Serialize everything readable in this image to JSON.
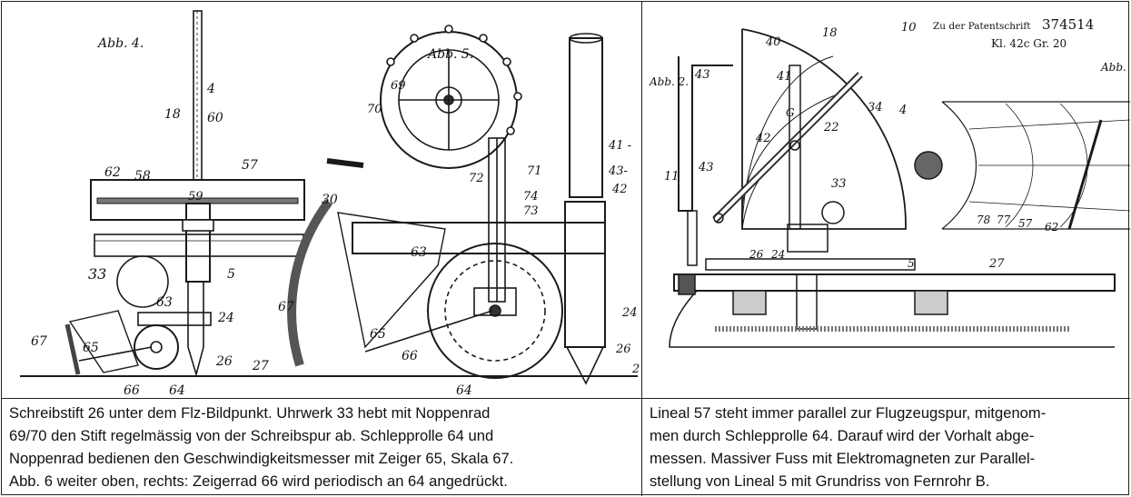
{
  "left_figure": {
    "labels": {
      "abb4": "Abb. 4.",
      "abb5": "Abb. 5.",
      "n4": "4",
      "n18": "18",
      "n60": "60",
      "n62": "62",
      "n58": "58",
      "n57": "57",
      "n59": "59",
      "n5": "5",
      "n33": "33",
      "n24": "24",
      "n63a": "63",
      "n67a": "67",
      "n65a": "65",
      "n66a": "66",
      "n64a": "64",
      "n26a": "26",
      "n27": "27",
      "n69": "69",
      "n70": "70",
      "n72": "72",
      "n71": "71",
      "n74": "74",
      "n73": "73",
      "n30": "30",
      "n63b": "63",
      "n67b": "67",
      "n65b": "65",
      "n66b": "66",
      "n64b": "64",
      "n41": "41 -",
      "n43": "43-",
      "n42": "42",
      "n24b": "24",
      "n26b": "26",
      "n2": "2"
    }
  },
  "right_figure": {
    "header_prefix": "Zu der Patentschrift",
    "patent_number": "374514",
    "class_line": "Kl. 42c  Gr. 20",
    "labels": {
      "abb2": "Abb. 2.",
      "abb": "Abb.",
      "n18": "18",
      "n10": "10",
      "n40": "40",
      "n41": "41",
      "n43a": "43",
      "n43b": "43",
      "n42": "42",
      "n11": "11",
      "nG": "G",
      "n22": "22",
      "n34": "34",
      "n4": "4",
      "n33": "33",
      "n24": "24",
      "n26": "26",
      "n5": "5",
      "n27": "27",
      "n78": "78",
      "n77": "77",
      "n57": "57",
      "n62": "62"
    }
  },
  "captions": {
    "left": [
      "Schreibstift 26 unter dem Flz-Bildpunkt. Uhrwerk 33 hebt mit Noppenrad",
      "69/70 den Stift regelmässig von der Schreibspur ab. Schlepprolle 64 und",
      "Noppenrad bedienen den Geschwindigkeitsmesser mit Zeiger 65, Skala 67.",
      "Abb. 6 weiter oben, rechts: Zeigerrad 66 wird periodisch an 64 angedrückt."
    ],
    "right": [
      "Lineal 57 steht immer parallel zur Flugzeugspur, mitgenom-",
      "men durch Schlepprolle 64. Darauf wird der Vorhalt abge-",
      "messen. Massiver Fuss mit Elektromagneten zur Parallel-",
      "stellung von Lineal 5 mit Grundriss von Fernrohr B."
    ]
  }
}
